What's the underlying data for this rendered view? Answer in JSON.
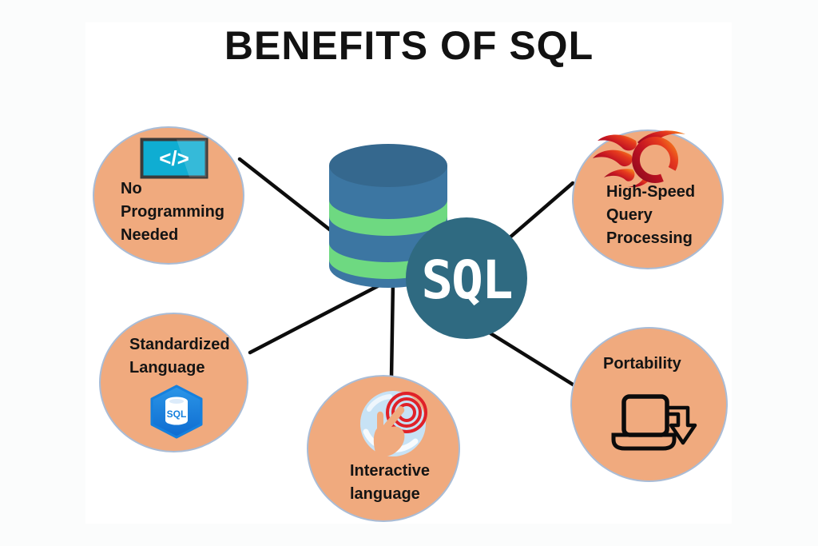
{
  "title": "BENEFITS OF SQL",
  "center": {
    "label": "SQL",
    "icon": "database-cylinder-icon"
  },
  "nodes": {
    "no_programming": {
      "icon": "code-icon",
      "glyph": "</>",
      "lines": [
        "No",
        "Programming",
        "Needed"
      ]
    },
    "high_speed": {
      "icon": "flame-icon",
      "lines": [
        "High-Speed",
        "Query",
        "Processing"
      ]
    },
    "standardized": {
      "icon": "sql-hexagon-icon",
      "glyph": "SQL",
      "lines": [
        "Standardized",
        "Language"
      ]
    },
    "interactive": {
      "icon": "touch-gesture-icon",
      "lines": [
        "Interactive",
        "language"
      ]
    },
    "portability": {
      "icon": "laptop-export-icon",
      "lines": [
        "Portability"
      ]
    }
  },
  "colors": {
    "bubble_fill": "#F0AA7E",
    "bubble_border": "#A9BCD6",
    "connector": "#0D0D0D",
    "cylinder_body": "#3C76A2",
    "cylinder_top": "#35688E",
    "band_green": "#6ED981",
    "sql_circle": "#2F6A81",
    "code_icon_bg": "#0FADD2",
    "hexagon_blue": "#1580DE",
    "flame_dark_red": "#8F0A1E",
    "flame_orange": "#F9A01B",
    "touch_disc_blue": "#C7E2F5",
    "ripple_red": "#E02128",
    "icon_line_black": "#0B0B0B"
  }
}
